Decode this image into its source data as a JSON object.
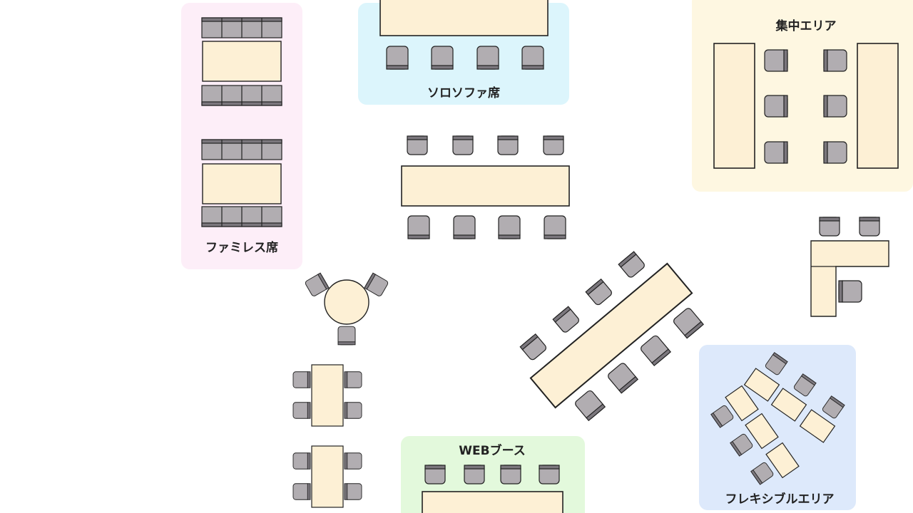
{
  "zones": {
    "family": "ファミレス席",
    "solo_sofa": "ソロソファ席",
    "focus": "集中エリア",
    "web_booth": "WEBブース",
    "flexible": "フレキシブルエリア"
  },
  "colors": {
    "family_zone": "#fdeef8",
    "solo_zone": "#dcf5fc",
    "focus_zone": "#fef7e1",
    "web_zone": "#e3f9dc",
    "flex_zone": "#dde9fb",
    "table": "#fdf0d5",
    "chair": "#b1adb1",
    "chair_back": "#7b777d",
    "outline": "#1a1a1a"
  }
}
